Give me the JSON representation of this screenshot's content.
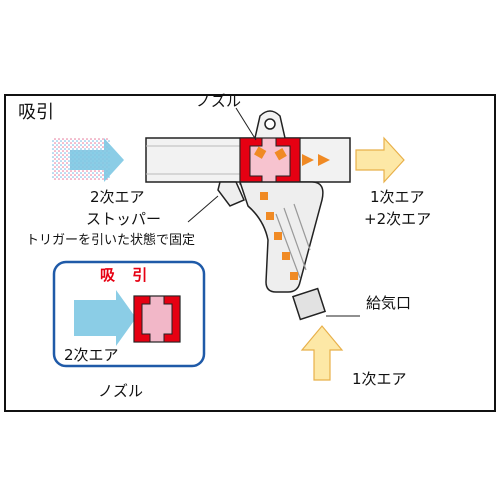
{
  "labels": {
    "mode": "吸引",
    "nozzle_top": "ノズル",
    "secondary_air_left": "2次エア",
    "stopper": "ストッパー",
    "trigger_note": "トリガーを引いた状態で固定",
    "primary_air_out": "1次エア",
    "combined_air": "+2次エア",
    "air_inlet": "給気口",
    "primary_air_in": "1次エア",
    "inset_title": "吸 引",
    "inset_secondary_air": "2次エア",
    "inset_caption": "ノズル"
  },
  "colors": {
    "nozzle_red": "#e60012",
    "nozzle_pink": "#f2b7c8",
    "air_blue": "#7ec8e3",
    "air_yellow": "#fde8a6",
    "flow_orange": "#f08a24",
    "inset_border": "#1f5aa8",
    "gun_body": "#eeeeee"
  }
}
